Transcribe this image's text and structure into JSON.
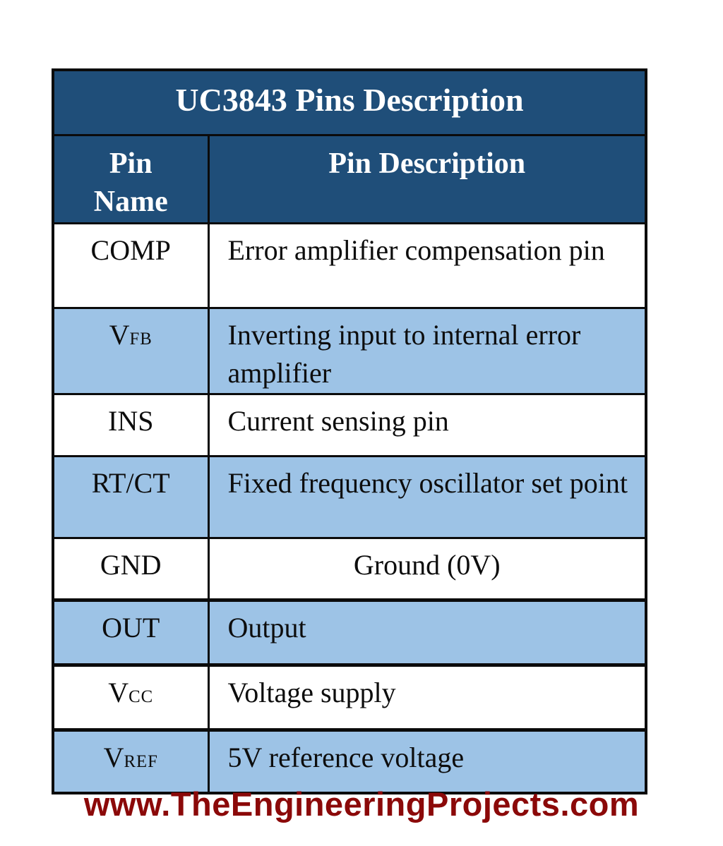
{
  "table": {
    "title": "UC3843 Pins Description",
    "columns": {
      "pin_name": "Pin Name",
      "pin_description": "Pin Description"
    },
    "rows": [
      {
        "pin_base": "COMP",
        "pin_sub": "",
        "desc": "Error amplifier compensation pin",
        "shaded": false,
        "desc_centered": false
      },
      {
        "pin_base": "V",
        "pin_sub": "FB",
        "desc": "Inverting input to internal error amplifier",
        "shaded": true,
        "desc_centered": false
      },
      {
        "pin_base": "INS",
        "pin_sub": "",
        "desc": "Current sensing pin",
        "shaded": false,
        "desc_centered": false
      },
      {
        "pin_base": "RT/CT",
        "pin_sub": "",
        "desc": "Fixed frequency oscillator set point",
        "shaded": true,
        "desc_centered": false
      },
      {
        "pin_base": "GND",
        "pin_sub": "",
        "desc": "Ground (0V)",
        "shaded": false,
        "desc_centered": true
      },
      {
        "pin_base": "OUT",
        "pin_sub": "",
        "desc": "Output",
        "shaded": true,
        "desc_centered": false
      },
      {
        "pin_base": "V",
        "pin_sub": "CC",
        "desc": "Voltage supply",
        "shaded": false,
        "desc_centered": false
      },
      {
        "pin_base": "V",
        "pin_sub": "REF",
        "desc": "5V reference voltage",
        "shaded": true,
        "desc_centered": false
      }
    ]
  },
  "footer": {
    "url": "www.TheEngineeringProjects.com"
  },
  "colors": {
    "header_background": "#1F4E79",
    "header_text": "#ffffff",
    "shaded_row_background": "#9DC3E6",
    "body_text": "#0d0d0d",
    "border": "#0b0b0b",
    "footer_text": "#8B0909",
    "page_background": "#ffffff"
  }
}
